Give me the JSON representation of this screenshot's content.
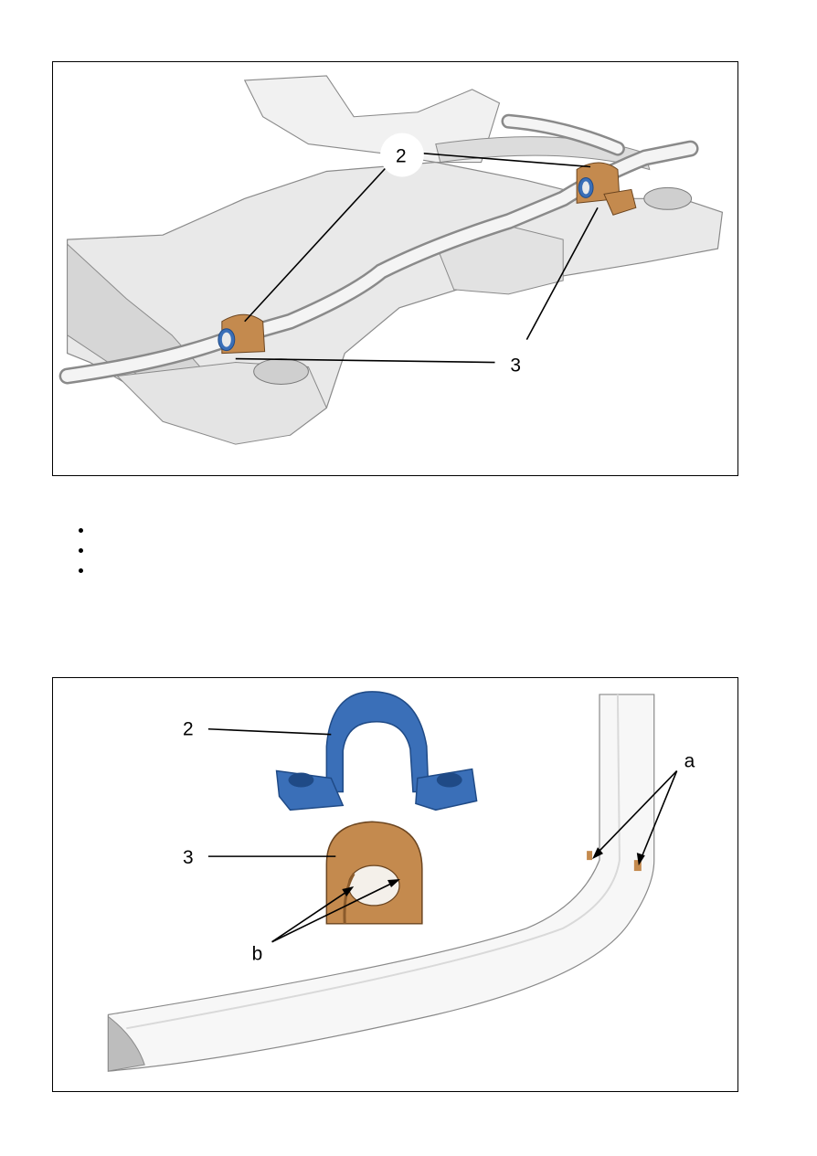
{
  "figure_top": {
    "callouts": [
      {
        "id": "label-2",
        "text": "2"
      },
      {
        "id": "label-3",
        "text": "3"
      }
    ]
  },
  "bullet_list": {
    "items": [
      {
        "text": ""
      },
      {
        "text": ""
      },
      {
        "text": ""
      }
    ]
  },
  "figure_bottom": {
    "callouts": [
      {
        "id": "label-2",
        "text": "2"
      },
      {
        "id": "label-3",
        "text": "3"
      },
      {
        "id": "label-a",
        "text": "a"
      },
      {
        "id": "label-b",
        "text": "b"
      }
    ]
  },
  "colors": {
    "bushing": "#c48a4e",
    "bushing_dark": "#8a5a2b",
    "clamp": "#3a6fb8",
    "clamp_dark": "#1f4a86",
    "part_light": "#ececec",
    "part_mid": "#cfcfcf",
    "part_line": "#8a8a8a"
  }
}
